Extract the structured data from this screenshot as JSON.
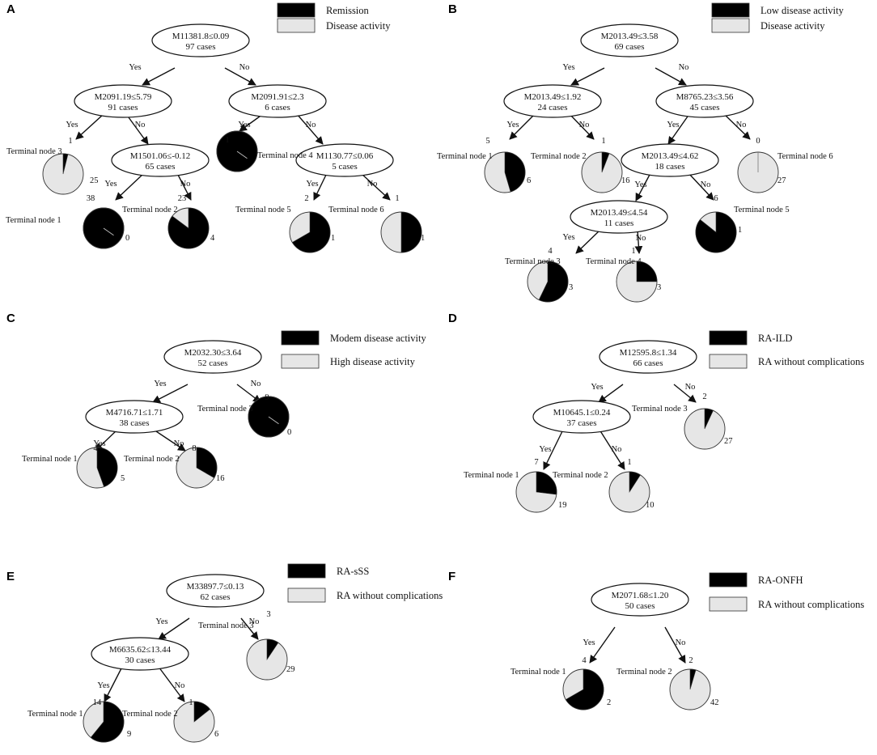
{
  "colors": {
    "positive": "#000000",
    "negative": "#e6e6e6",
    "outline": "#333333"
  },
  "labels": {
    "yes": "Yes",
    "no": "No"
  },
  "panels": [
    {
      "id": "A",
      "legend": [
        "Remission",
        "Disease activity"
      ],
      "nodes": [
        {
          "id": "a0",
          "split": "M11381.8≤0.09",
          "cases": "97  cases"
        },
        {
          "id": "a1",
          "split": "M2091.19≤5.79",
          "cases": "91  cases"
        },
        {
          "id": "a2",
          "split": "M2091.91≤2.3",
          "cases": "6  cases"
        },
        {
          "id": "a3",
          "split": "M1501.06≤-0.12",
          "cases": "65  cases"
        },
        {
          "id": "a4",
          "split": "M1130.77≤0.06",
          "cases": "5  cases"
        }
      ],
      "terminals": [
        {
          "id": "at3",
          "label": "Terminal node 3",
          "black": 1,
          "grey": 25
        },
        {
          "id": "at1",
          "label": "Terminal node 1",
          "black": 38,
          "grey": 0
        },
        {
          "id": "at2",
          "label": "Terminal node 2",
          "black": 23,
          "grey": 4
        },
        {
          "id": "at4",
          "label": "Terminal node 4",
          "black": 1,
          "grey": 0
        },
        {
          "id": "at5",
          "label": "Terminal node 5",
          "black": 2,
          "grey": 1
        },
        {
          "id": "at6",
          "label": "Terminal node 6",
          "black": 1,
          "grey": 1
        }
      ]
    },
    {
      "id": "B",
      "legend": [
        "Low disease activity",
        "Disease activity"
      ],
      "nodes": [
        {
          "id": "b0",
          "split": "M2013.49≤3.58",
          "cases": "69  cases"
        },
        {
          "id": "b1",
          "split": "M2013.49≤1.92",
          "cases": "24  cases"
        },
        {
          "id": "b2",
          "split": "M8765.23≤3.56",
          "cases": "45  cases"
        },
        {
          "id": "b3",
          "split": "M2013.49≤4.62",
          "cases": "18  cases"
        },
        {
          "id": "b4",
          "split": "M2013.49≤4.54",
          "cases": "11  cases"
        }
      ],
      "terminals": [
        {
          "id": "bt1",
          "label": "Terminal node 1",
          "black": 5,
          "grey": 6
        },
        {
          "id": "bt2",
          "label": "Terminal node 2",
          "black": 1,
          "grey": 16
        },
        {
          "id": "bt6",
          "label": "Terminal node 6",
          "black": 0,
          "grey": 27
        },
        {
          "id": "bt5",
          "label": "Terminal node 5",
          "black": 6,
          "grey": 1
        },
        {
          "id": "bt3",
          "label": "Terminal node 3",
          "black": 4,
          "grey": 3
        },
        {
          "id": "bt4",
          "label": "Terminal node 4",
          "black": 1,
          "grey": 3
        }
      ]
    },
    {
      "id": "C",
      "legend": [
        "Modem disease activity",
        "High disease activity"
      ],
      "nodes": [
        {
          "id": "c0",
          "split": "M2032.30≤3.64",
          "cases": "52  cases"
        },
        {
          "id": "c1",
          "split": "M4716.71≤1.71",
          "cases": "38  cases"
        }
      ],
      "terminals": [
        {
          "id": "ct3",
          "label": "Terminal node 3",
          "black": 9,
          "grey": 0
        },
        {
          "id": "ct1",
          "label": "Terminal node 1",
          "black": 4,
          "grey": 5
        },
        {
          "id": "ct2",
          "label": "Terminal node 2",
          "black": 8,
          "grey": 16
        }
      ]
    },
    {
      "id": "D",
      "legend": [
        "RA-ILD",
        "RA without complications"
      ],
      "nodes": [
        {
          "id": "d0",
          "split": "M12595.8≤1.34",
          "cases": "66  cases"
        },
        {
          "id": "d1",
          "split": "M10645.1≤0.24",
          "cases": "37  cases"
        }
      ],
      "terminals": [
        {
          "id": "dt3",
          "label": "Terminal node 3",
          "black": 2,
          "grey": 27
        },
        {
          "id": "dt1",
          "label": "Terminal node 1",
          "black": 7,
          "grey": 19
        },
        {
          "id": "dt2",
          "label": "Terminal node 2",
          "black": 1,
          "grey": 10
        }
      ]
    },
    {
      "id": "E",
      "legend": [
        "RA-sSS",
        "RA without complications"
      ],
      "nodes": [
        {
          "id": "e0",
          "split": "M33897.7≤0.13",
          "cases": "62  cases"
        },
        {
          "id": "e1",
          "split": "M6635.62≤13.44",
          "cases": "30  cases"
        }
      ],
      "terminals": [
        {
          "id": "et3",
          "label": "Terminal node 3",
          "black": 3,
          "grey": 29
        },
        {
          "id": "et1",
          "label": "Terminal node 1",
          "black": 14,
          "grey": 9
        },
        {
          "id": "et2",
          "label": "Terminal node 2",
          "black": 1,
          "grey": 6
        }
      ]
    },
    {
      "id": "F",
      "legend": [
        "RA-ONFH",
        "RA without complications"
      ],
      "nodes": [
        {
          "id": "f0",
          "split": "M2071.68≤1.20",
          "cases": "50  cases"
        }
      ],
      "terminals": [
        {
          "id": "ft1",
          "label": "Terminal node 1",
          "black": 4,
          "grey": 2
        },
        {
          "id": "ft2",
          "label": "Terminal node 2",
          "black": 2,
          "grey": 42
        }
      ]
    }
  ]
}
